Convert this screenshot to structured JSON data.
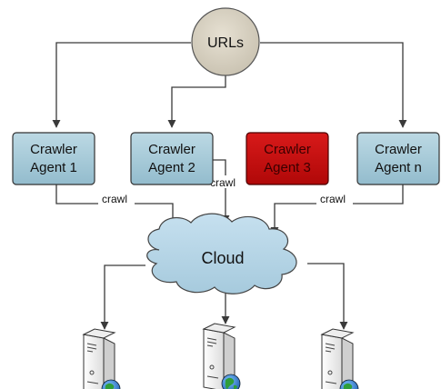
{
  "source": {
    "label": "URLs",
    "color": "#d9d3c4"
  },
  "agents": [
    {
      "line1": "Crawler",
      "line2": "Agent 1",
      "status": "normal"
    },
    {
      "line1": "Crawler",
      "line2": "Agent 2",
      "status": "normal"
    },
    {
      "line1": "Crawler",
      "line2": "Agent 3",
      "status": "failed"
    },
    {
      "line1": "Crawler",
      "line2": "Agent n",
      "status": "normal"
    }
  ],
  "edge_labels": {
    "agent1_crawl": "crawl",
    "agent2_crawl": "crawl",
    "agentn_crawl": "crawl"
  },
  "cloud": {
    "label": "Cloud",
    "color": "#b9d7e8"
  },
  "servers": [
    {
      "icon": "web-server-icon"
    },
    {
      "icon": "web-server-icon"
    },
    {
      "icon": "web-server-icon"
    }
  ],
  "colors": {
    "agent_fill": "#a9ccd9",
    "agent_failed_fill": "#cc1111",
    "edge": "#3a3a3a"
  }
}
